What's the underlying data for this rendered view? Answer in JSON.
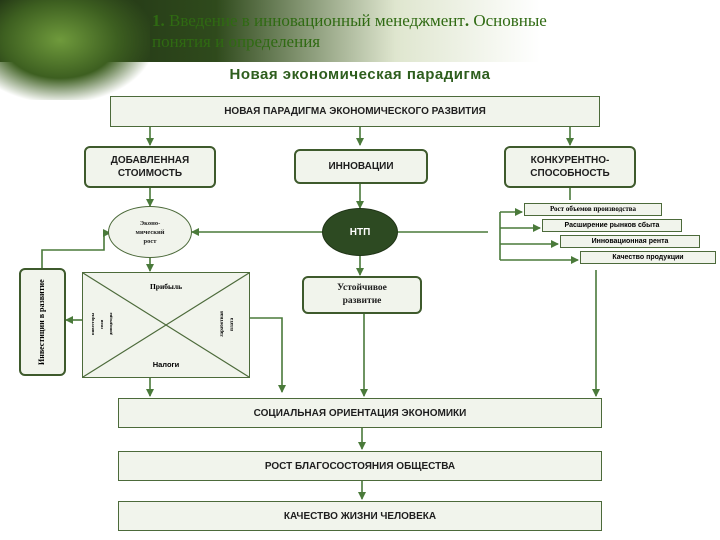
{
  "header": {
    "title_num": "1.",
    "title_line1": "Введение в инновационный менеджмент",
    "title_dot": ".",
    "title_line1b": "Основные",
    "title_line2": "понятия и определения"
  },
  "subtitle": "Новая экономическая парадигма",
  "boxes": {
    "paradigm": "НОВАЯ ПАРАДИГМА ЭКОНОМИЧЕСКОГО РАЗВИТИЯ",
    "added_value_1": "ДОБАВЛЕННАЯ",
    "added_value_2": "СТОИМОСТЬ",
    "innovations": "ИННОВАЦИИ",
    "competitiveness_1": "КОНКУРЕНТНО-",
    "competitiveness_2": "СПОСОБНОСТЬ",
    "econ_growth_1": "Эконо-",
    "econ_growth_2": "мический",
    "econ_growth_3": "рост",
    "ntp": "НТП",
    "sustainable_1": "Устойчивое",
    "sustainable_2": "развитие",
    "investment": "Инвестиции в развитие",
    "profit": "Прибыль",
    "taxes": "Налоги",
    "dividends_1": "инвесторы",
    "dividends_2": "свои",
    "dividends_3": "дивиденды",
    "wages_1": "Заработная",
    "wages_2": "плата",
    "social": "СОЦИАЛЬНАЯ ОРИЕНТАЦИЯ ЭКОНОМИКИ",
    "welfare": "РОСТ БЛАГОСОСТОЯНИЯ ОБЩЕСТВА",
    "quality_life": "КАЧЕСТВО ЖИЗНИ ЧЕЛОВЕКА"
  },
  "competitiveness_factors": [
    "Рост объемов производства",
    "Расширение рынков сбыта",
    "Инновационная рента",
    "Качество продукции"
  ],
  "colors": {
    "title": "#2f6a12",
    "box_fill": "#f1f4ec",
    "border": "#4c6a3a",
    "arrow": "#4a7a3a",
    "ntp_fill": "#2d4a22"
  }
}
